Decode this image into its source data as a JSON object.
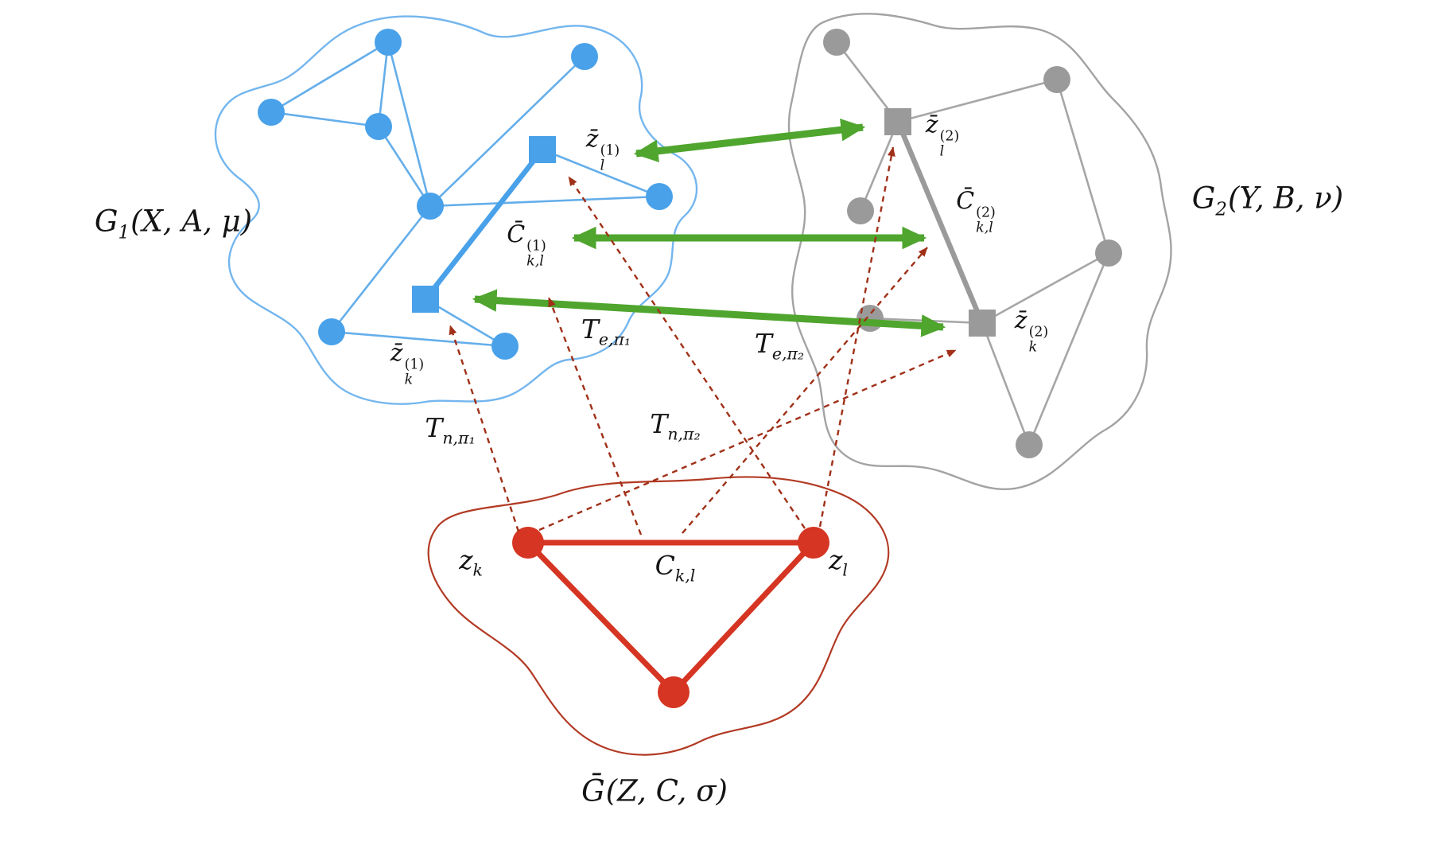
{
  "colors": {
    "background": "#ffffff",
    "text": "#141414",
    "blue": "#49a1e9",
    "blue_edge": "#64aeea",
    "blue_outline": "#74b6ee",
    "gray": "#9a9a9a",
    "gray_edge": "#a6a6a6",
    "gray_outline": "#a3a3a3",
    "red": "#d53522",
    "red_outline": "#b23a24",
    "dark_red": "#a03018",
    "green": "#4fa52e"
  },
  "g1": {
    "title": {
      "base": "G",
      "sub": "1",
      "args": "(X, A, μ)"
    },
    "zbar_l": {
      "base": "z̄",
      "sup": "(1)",
      "sub": "l"
    },
    "zbar_k": {
      "base": "z̄",
      "sup": "(1)",
      "sub": "k"
    },
    "cbar": {
      "base": "C̄",
      "sup": "(1)",
      "sub": "k,l"
    }
  },
  "g2": {
    "title": {
      "base": "G",
      "sub": "2",
      "args": "(Y, B, ν)"
    },
    "zbar_l": {
      "base": "z̄",
      "sup": "(2)",
      "sub": "l"
    },
    "zbar_k": {
      "base": "z̄",
      "sup": "(2)",
      "sub": "k"
    },
    "cbar": {
      "base": "C̄",
      "sup": "(2)",
      "sub": "k,l"
    }
  },
  "gbar": {
    "title": {
      "base": "Ḡ",
      "args": "(Z, C, σ)"
    },
    "z_k": {
      "base": "z",
      "sub": "k"
    },
    "z_l": {
      "base": "z",
      "sub": "l"
    },
    "c_kl": {
      "base": "C",
      "sub": "k,l"
    }
  },
  "maps": {
    "t_e_pi1": {
      "base": "T",
      "sub": "e,π₁"
    },
    "t_e_pi2": {
      "base": "T",
      "sub": "e,π₂"
    },
    "t_n_pi1": {
      "base": "T",
      "sub": "n,π₁"
    },
    "t_n_pi2": {
      "base": "T",
      "sub": "n,π₂"
    }
  }
}
